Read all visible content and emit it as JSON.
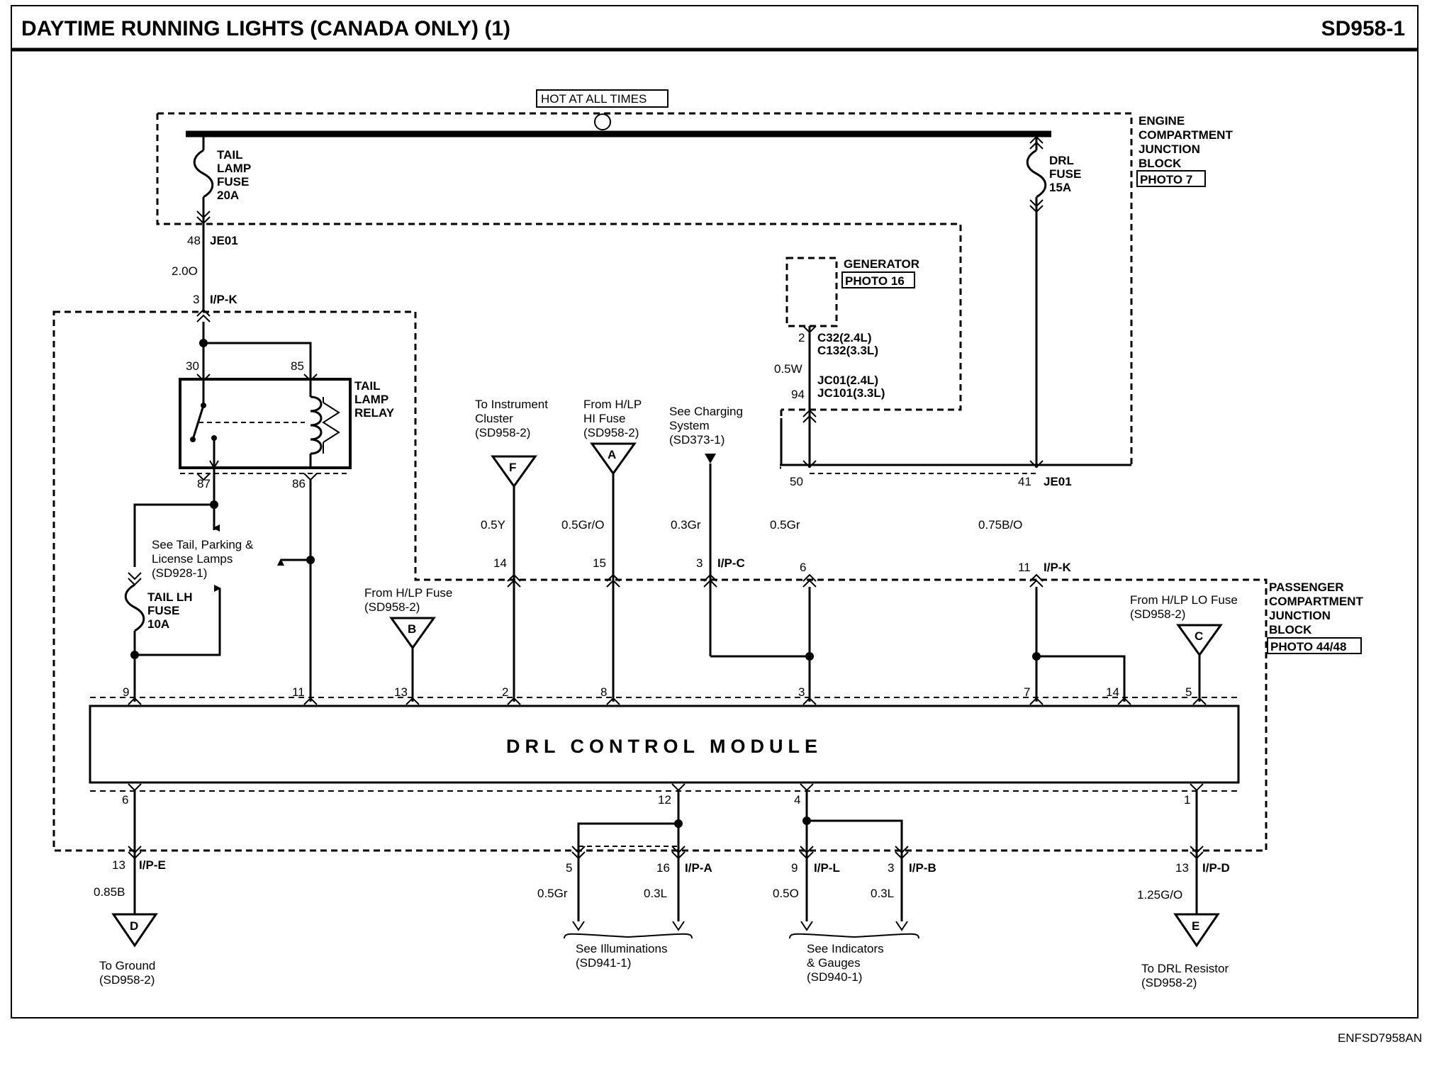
{
  "header": {
    "title": "DAYTIME RUNNING LIGHTS (CANADA ONLY) (1)",
    "page_id": "SD958-1"
  },
  "footer": {
    "code": "ENFSD7958AN"
  },
  "supply": {
    "hot_label": "HOT AT ALL TIMES"
  },
  "engine_block": {
    "name": [
      "ENGINE",
      "COMPARTMENT",
      "JUNCTION",
      "BLOCK"
    ],
    "photo": "PHOTO 7"
  },
  "passenger_block": {
    "name": [
      "PASSENGER",
      "COMPARTMENT",
      "JUNCTION",
      "BLOCK"
    ],
    "photo": "PHOTO 44/48"
  },
  "generator": {
    "name": "GENERATOR",
    "photo": "PHOTO 16"
  },
  "fuses": {
    "tail": [
      "TAIL",
      "LAMP",
      "FUSE",
      "20A"
    ],
    "drl": [
      "DRL",
      "FUSE",
      "15A"
    ],
    "tail_lh": [
      "TAIL LH",
      "FUSE",
      "10A"
    ]
  },
  "relay": {
    "name": [
      "TAIL",
      "LAMP",
      "RELAY"
    ],
    "pins": [
      "30",
      "85",
      "87",
      "86"
    ]
  },
  "module": {
    "name": "DRL CONTROL MODULE"
  },
  "connectors": {
    "je01_pin48": "48",
    "je01": "JE01",
    "wire_tail": "2.0O",
    "ipk_pin3": "3",
    "ipk": "I/P-K",
    "gen_pin2": "2",
    "c32": "C32(2.4L)",
    "c132": "C132(3.3L)",
    "wire_gen": "0.5W",
    "jc01": "JC01(2.4L)",
    "jc101": "JC101(3.3L)",
    "gen_pin94": "94",
    "pin50": "50",
    "pin41": "41",
    "je01b": "JE01",
    "wire_f": "0.5Y",
    "wire_a": "0.5Gr/O",
    "wire_chg": "0.3Gr",
    "wire_gen2": "0.5Gr",
    "wire_drl": "0.75B/O",
    "pin14": "14",
    "pin15": "15",
    "pin3c": "3",
    "ipc": "I/P-C",
    "pin6": "6",
    "pin11": "11",
    "ipk2": "I/P-K",
    "mod_top_pins": [
      "9",
      "11",
      "13",
      "2",
      "8",
      "3",
      "7",
      "14",
      "5"
    ],
    "mod_bot_pins": [
      "6",
      "12",
      "4",
      "1"
    ],
    "ipe_pin": "13",
    "ipe": "I/P-E",
    "wire_gnd": "0.85B",
    "ill_pin5": "5",
    "ill_pin16": "16",
    "ipa": "I/P-A",
    "wire_ill1": "0.5Gr",
    "wire_ill2": "0.3L",
    "ind_pin9": "9",
    "ipl": "I/P-L",
    "ind_pin3": "3",
    "ipb": "I/P-B",
    "wire_ind1": "0.5O",
    "wire_ind2": "0.3L",
    "ipd_pin": "13",
    "ipd": "I/P-D",
    "wire_res": "1.25G/O"
  },
  "refs": {
    "instrument": [
      "To Instrument",
      "Cluster",
      "(SD958-2)"
    ],
    "hlp_hi": [
      "From H/LP",
      "HI Fuse",
      "(SD958-2)"
    ],
    "charging": [
      "See Charging",
      "System",
      "(SD373-1)"
    ],
    "tail_parking": [
      "See Tail, Parking &",
      "License Lamps",
      "(SD928-1)"
    ],
    "hlp_fuse": [
      "From H/LP Fuse",
      "(SD958-2)"
    ],
    "hlp_lo": [
      "From H/LP LO Fuse",
      "(SD958-2)"
    ],
    "ground": [
      "To Ground",
      "(SD958-2)"
    ],
    "illum": [
      "See Illuminations",
      "(SD941-1)"
    ],
    "indicators": [
      "See Indicators",
      "& Gauges",
      "(SD940-1)"
    ],
    "drl_res": [
      "To DRL Resistor",
      "(SD958-2)"
    ]
  },
  "offpage": {
    "f": "F",
    "a": "A",
    "b": "B",
    "c": "C",
    "d": "D",
    "e": "E"
  }
}
